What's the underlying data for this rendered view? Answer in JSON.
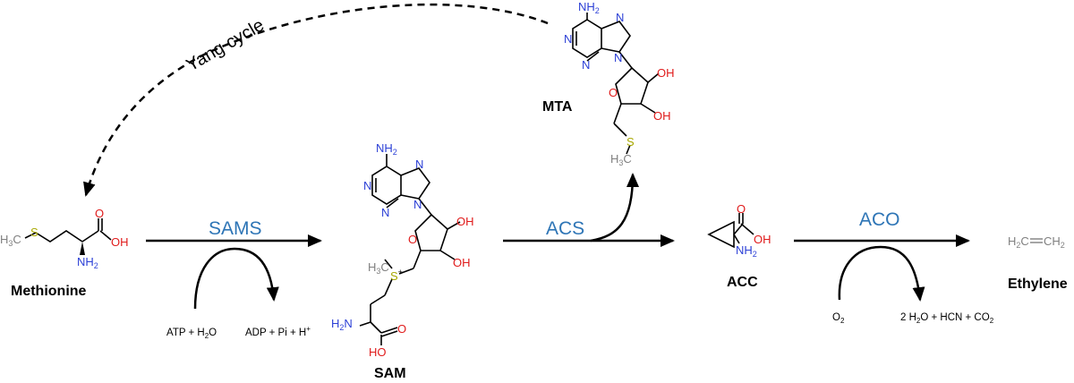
{
  "labels": {
    "methionine": "Methionine",
    "sam": "SAM",
    "mta": "MTA",
    "acc": "ACC",
    "ethylene": "Ethylene",
    "yang_cycle": "Yang cycle"
  },
  "enzymes": {
    "sams": "SAMS",
    "acs": "ACS",
    "aco": "ACO"
  },
  "reactants": {
    "sams_in_a": "ATP + H",
    "sams_in_b": "2",
    "sams_in_c": "O",
    "sams_out_a": "ADP + Pi + H",
    "sams_out_b": "+",
    "aco_in_a": "O",
    "aco_in_b": "2",
    "aco_out_a": "2 H",
    "aco_out_b": "2",
    "aco_out_c": "O + HCN + CO",
    "aco_out_d": "2"
  },
  "atoms": {
    "H3C": "H",
    "three": "3",
    "C": "C",
    "S": "S",
    "Splus": "+",
    "O": "O",
    "OH": "OH",
    "HO": "HO",
    "NH2": "NH",
    "two": "2",
    "H2N": "H",
    "N": "N",
    "N_amine": "N",
    "eth_a": "H",
    "eth_b": "2",
    "eth_c": "C",
    "eth_d": "CH",
    "eth_e": "2"
  },
  "colors": {
    "enzyme": "#2e75b6",
    "nitrogen": "#2b3fd6",
    "oxygen": "#e01b1b",
    "sulfur": "#a8a800",
    "carbon_label": "#808080"
  }
}
